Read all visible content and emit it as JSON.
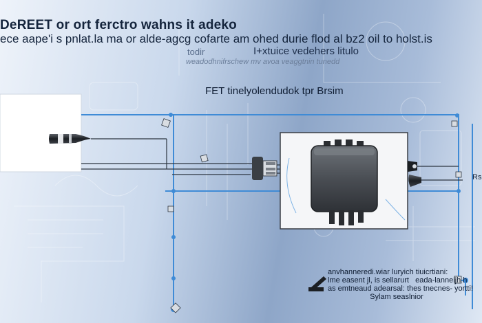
{
  "texts": {
    "headline_line1": "DeREET or ort ferctro wahns it adeko",
    "headline_line2": "ece aape'i s pnlat.la ma or alde-agcg cofarte   am ohed durie flod al bz2 oil to holst.is",
    "overlay_small": "todir",
    "overlay_middle": "I+xtuice vedehers litulo",
    "overlay_faint": "weadodhnifrschew  mv avoa veaggtnin tunedd",
    "diagram_title": "FET tinelyolendudok tpr Brsim",
    "footnote": "anvhanneredi.wiar luryich tiuicrtiani:\nlme easent jl, is sellarurt   eada-lanneijh h\nas emtneaud adearsal: thes tnecnes- yortti!\n                    Sylam seaslnior",
    "right_label": "Rs"
  },
  "colors": {
    "bus_line": "#3f8bd6",
    "wire": "#2c3540",
    "module_fill": "#4e5258",
    "module_panel": "#f5f6f8",
    "left_panel": "#ffffff"
  },
  "icons": {
    "left_probe": "probe-icon",
    "connector": "connector-plug-icon",
    "module": "fet-module-icon",
    "output_probe_top": "probe-icon",
    "output_probe_bottom": "probe-icon",
    "footnote_symbol": "stamp-icon"
  }
}
